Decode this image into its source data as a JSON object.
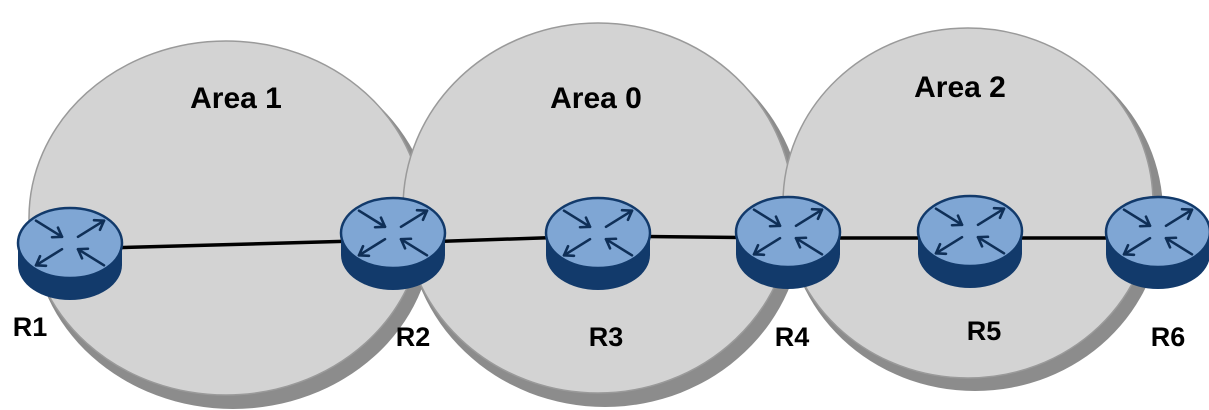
{
  "areas": [
    {
      "id": "area1",
      "label": "Area 1"
    },
    {
      "id": "area0",
      "label": "Area 0"
    },
    {
      "id": "area2",
      "label": "Area 2"
    }
  ],
  "routers": [
    {
      "id": "R1",
      "label": "R1"
    },
    {
      "id": "R2",
      "label": "R2"
    },
    {
      "id": "R3",
      "label": "R3"
    },
    {
      "id": "R4",
      "label": "R4"
    },
    {
      "id": "R5",
      "label": "R5"
    },
    {
      "id": "R6",
      "label": "R6"
    }
  ],
  "links": [
    [
      "R1",
      "R2"
    ],
    [
      "R2",
      "R3"
    ],
    [
      "R3",
      "R4"
    ],
    [
      "R4",
      "R5"
    ],
    [
      "R5",
      "R6"
    ]
  ],
  "colors": {
    "area_fill": "#d3d3d3",
    "area_shadow": "#8c8c8c",
    "area_stroke": "#9a9a9a",
    "router_top": "#7fa6d4",
    "router_side": "#123a6b",
    "router_arrow": "#0f2f57",
    "link": "#000000"
  }
}
